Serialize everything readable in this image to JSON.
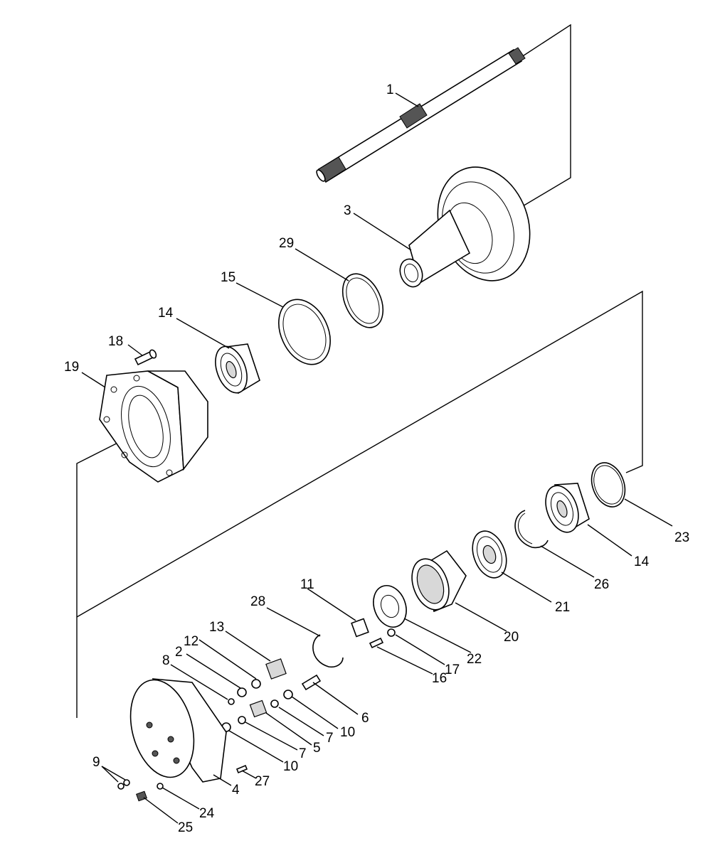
{
  "labels": {
    "l1": "1",
    "l2": "2",
    "l3": "3",
    "l4": "4",
    "l5": "5",
    "l6": "6",
    "l7a": "7",
    "l7b": "7",
    "l8": "8",
    "l9": "9",
    "l10a": "10",
    "l10b": "10",
    "l11": "11",
    "l12": "12",
    "l13": "13",
    "l14a": "14",
    "l14b": "14",
    "l15": "15",
    "l16": "16",
    "l17": "17",
    "l18": "18",
    "l19": "19",
    "l20": "20",
    "l21": "21",
    "l22": "22",
    "l23": "23",
    "l24": "24",
    "l25": "25",
    "l26": "26",
    "l27": "27",
    "l28": "28",
    "l29": "29"
  }
}
